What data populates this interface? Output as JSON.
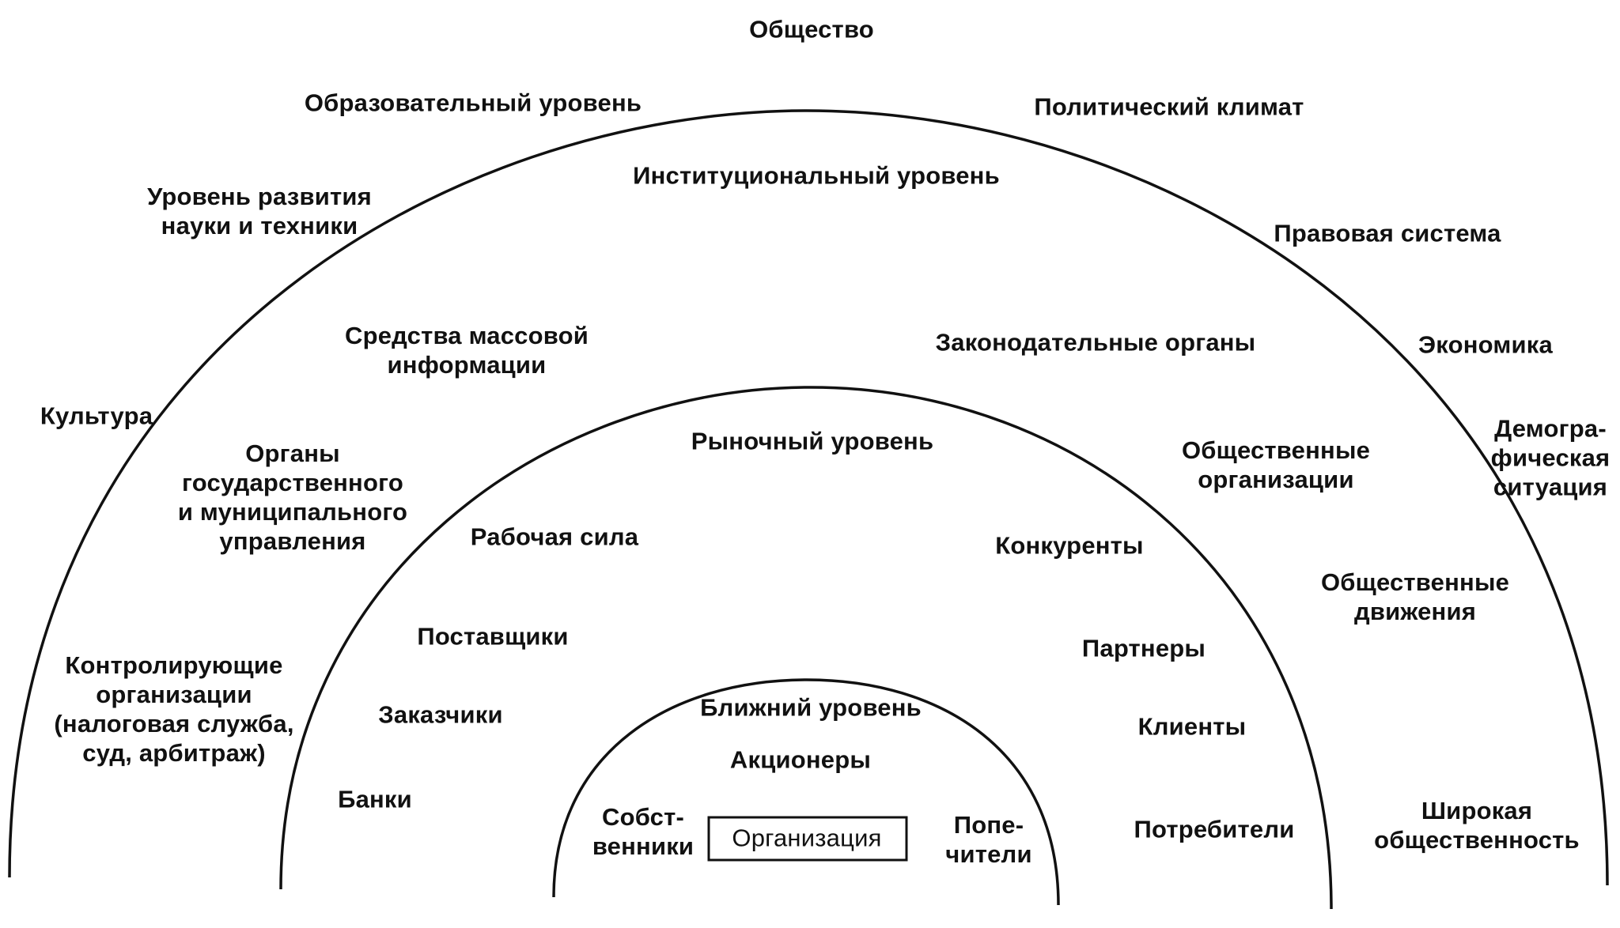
{
  "diagram": {
    "levels": {
      "society": "Общество",
      "institutional": "Институциональный уровень",
      "market": "Рыночный уровень",
      "near": "Ближний уровень",
      "organization": "Организация"
    },
    "society_items": {
      "education": "Образовательный уровень",
      "political": "Политический климат",
      "science": [
        "Уровень развития",
        "науки и техники"
      ],
      "legal": "Правовая система",
      "culture": "Культура",
      "economy": "Экономика",
      "demography": [
        "Демогра-",
        "фическая",
        "ситуация"
      ],
      "movements": [
        "Общественные",
        "движения"
      ],
      "public": [
        "Широкая",
        "общественность"
      ]
    },
    "institutional_items": {
      "media": [
        "Средства массовой",
        "информации"
      ],
      "legislative": "Законодательные органы",
      "government": [
        "Органы",
        "государственного",
        "и муниципального",
        "управления"
      ],
      "public_orgs": [
        "Общественные",
        "организации"
      ],
      "control": [
        "Контролирующие",
        "организации",
        "(налоговая служба,",
        "суд, арбитраж)"
      ]
    },
    "market_items": {
      "workforce": "Рабочая сила",
      "competitors": "Конкуренты",
      "suppliers": "Поставщики",
      "partners": "Партнеры",
      "customers": "Заказчики",
      "clients": "Клиенты",
      "banks": "Банки",
      "consumers": "Потребители"
    },
    "near_items": {
      "shareholders": "Акционеры",
      "owners": [
        "Собст-",
        "венники"
      ],
      "trustees": [
        "Попе-",
        "чители"
      ]
    }
  }
}
